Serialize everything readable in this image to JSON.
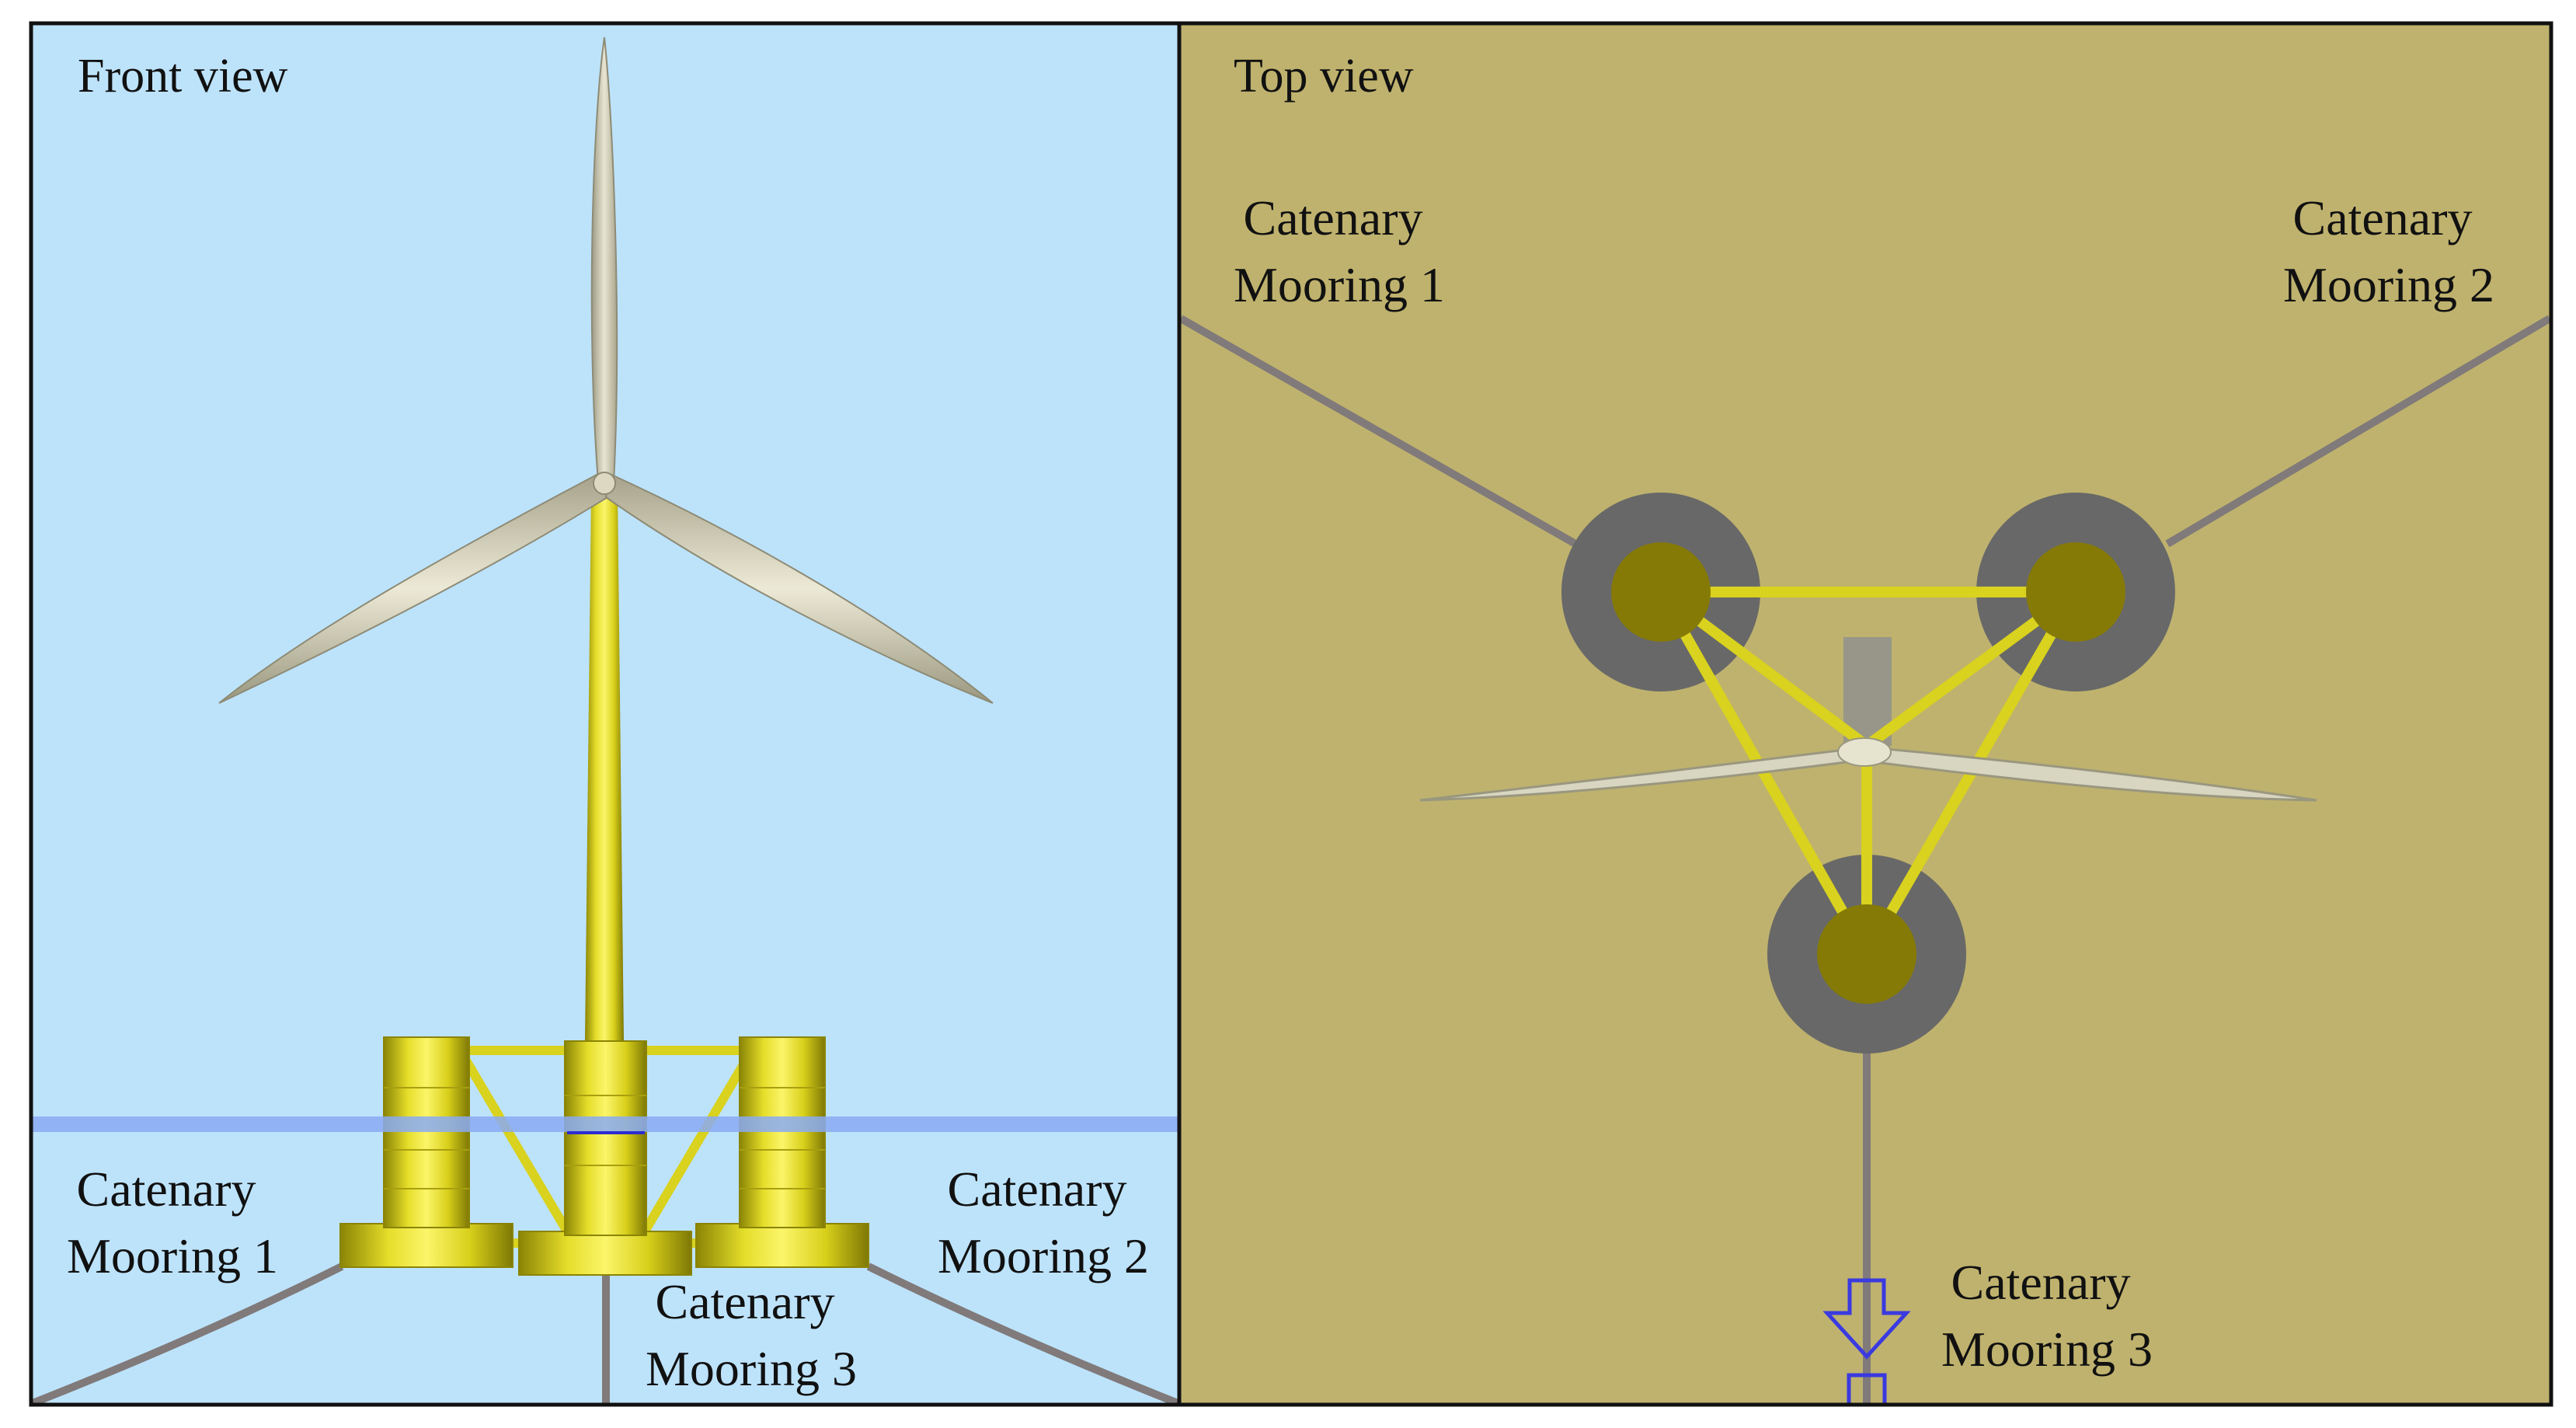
{
  "colors": {
    "sky": "#bde3fb",
    "seabed": "#bfb26e",
    "water_line": "#8aaaf5",
    "mooring": "#807a7a",
    "hull_yellow": "#d9d21e",
    "hull_top_view": "#857a06",
    "column_base": "#686868",
    "blade": "#d7d3bb",
    "wave_arrow": "#3a3ae0",
    "border": "#111111"
  },
  "panels": {
    "front": {
      "title": "Front view",
      "mooring_labels": [
        [
          "Catenary",
          "Mooring 1"
        ],
        [
          "Catenary",
          "Mooring 2"
        ],
        [
          "Catenary",
          "Mooring 3"
        ]
      ]
    },
    "top": {
      "title": "Top view",
      "mooring_labels": [
        [
          "Catenary",
          "Mooring 1"
        ],
        [
          "Catenary",
          "Mooring 2"
        ],
        [
          "Catenary",
          "Mooring 3"
        ]
      ]
    }
  }
}
